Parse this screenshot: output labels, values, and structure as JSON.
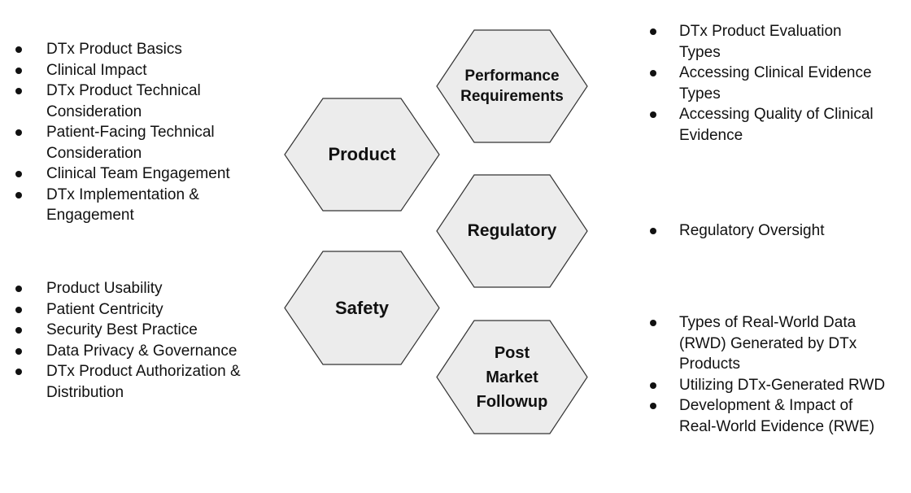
{
  "colors": {
    "hex_fill": "#ececec",
    "hex_stroke": "#333333",
    "text": "#111111"
  },
  "hexagons": {
    "product": "Product",
    "safety": "Safety",
    "performance": [
      "Performance",
      "Requirements"
    ],
    "regulatory": "Regulatory",
    "post_market": [
      "Post",
      "Market",
      "Followup"
    ]
  },
  "lists": {
    "product": [
      "DTx Product Basics",
      "Clinical Impact",
      "DTx Product Technical Consideration",
      "Patient-Facing Technical Consideration",
      "Clinical Team Engagement",
      "DTx  Implementation & Engagement"
    ],
    "safety": [
      "Product Usability",
      "Patient Centricity",
      "Security Best Practice",
      "Data Privacy & Governance",
      "DTx Product Authorization & Distribution"
    ],
    "performance": [
      "DTx Product Evaluation Types",
      "Accessing Clinical Evidence Types",
      "Accessing Quality of Clinical Evidence"
    ],
    "regulatory": [
      "Regulatory Oversight"
    ],
    "post_market": [
      "Types of Real-World Data (RWD) Generated by DTx Products",
      "Utilizing DTx-Generated RWD",
      "Development & Impact of Real-World Evidence (RWE)"
    ]
  }
}
